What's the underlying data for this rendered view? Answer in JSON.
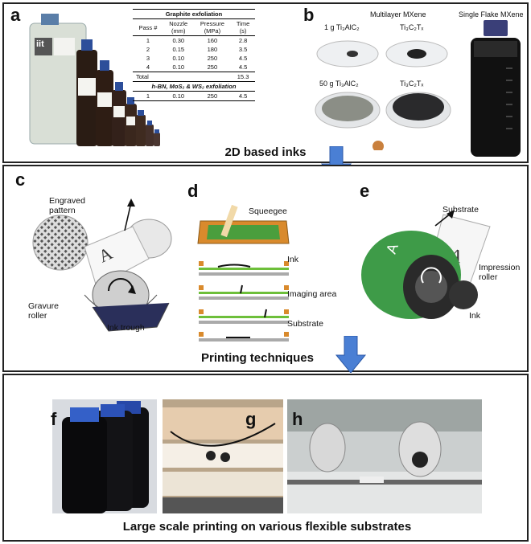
{
  "panel_letters": {
    "a": "a",
    "b": "b",
    "c": "c",
    "d": "d",
    "e": "e",
    "f": "f",
    "g": "g",
    "h": "h"
  },
  "section_titles": {
    "inks": "2D based inks",
    "printing": "Printing techniques",
    "large_scale": "Large scale printing on various flexible substrates"
  },
  "bottle_logo": "iit",
  "table_a": {
    "title": "Graphite exfoliation",
    "headers": [
      "Pass #",
      "Nozzle\n(mm)",
      "Pressure\n(MPa)",
      "Time\n(s)"
    ],
    "rows": [
      [
        "1",
        "0.30",
        "160",
        "2.8"
      ],
      [
        "2",
        "0.15",
        "180",
        "3.5"
      ],
      [
        "3",
        "0.10",
        "250",
        "4.5"
      ],
      [
        "4",
        "0.10",
        "250",
        "4.5"
      ]
    ],
    "total_label": "Total",
    "total_value": "15.3",
    "title2": "h-BN, MoS₂ & WS₂ exfoliation",
    "rows2": [
      [
        "1",
        "0.10",
        "250",
        "4.5"
      ]
    ]
  },
  "panel_b": {
    "multilayer_label": "Multilayer MXene",
    "single_label": "Single Flake MXene",
    "dish1": "1 g Ti₃AlC₂",
    "dish2": "Ti₃C₂Tₓ",
    "dish3": "50 g Ti₃AlC₂",
    "dish4": "Ti₃C₂Tₓ"
  },
  "panel_c": {
    "engraved": "Engraved\npattern",
    "gravure": "Gravure\nroller",
    "trough": "Ink trough",
    "print_letter": "A"
  },
  "panel_d": {
    "squeegee": "Squeegee",
    "ink": "Ink",
    "imaging": "Imaging area",
    "substrate": "Substrate"
  },
  "panel_e": {
    "substrate": "Substrate",
    "impression": "Impression\nroller",
    "ink": "Ink",
    "print_letter": "A"
  }
}
